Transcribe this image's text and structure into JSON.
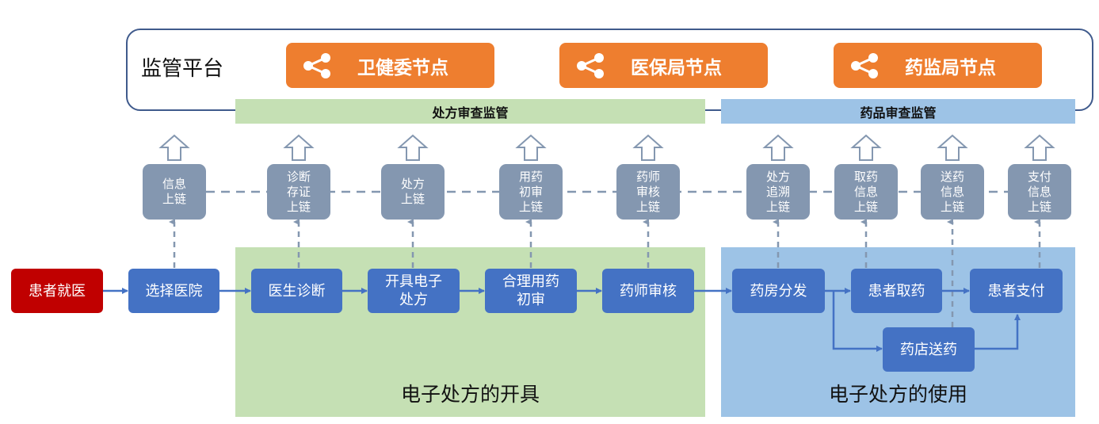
{
  "platform": {
    "title": "监管平台",
    "nodes": [
      {
        "label": "卫健委节点",
        "icon": "share-node-icon"
      },
      {
        "label": "医保局节点",
        "icon": "share-node-icon"
      },
      {
        "label": "药监局节点",
        "icon": "share-node-icon"
      }
    ]
  },
  "bands": {
    "prescription_review": "处方审查监管",
    "drug_review": "药品审查监管"
  },
  "zones": {
    "issuance": "电子处方的开具",
    "usage": "电子处方的使用"
  },
  "chain_boxes": [
    "信息\n上链",
    "诊断\n存证\n上链",
    "处方\n上链",
    "用药\n初审\n上链",
    "药师\n审核\n上链",
    "处方\n追溯\n上链",
    "取药\n信息\n上链",
    "送药\n信息\n上链",
    "支付\n信息\n上链"
  ],
  "steps": [
    "患者就医",
    "选择医院",
    "医生诊断",
    "开具电子\n处方",
    "合理用药\n初审",
    "药师审核",
    "药房分发",
    "患者取药",
    "患者支付",
    "药店送药"
  ],
  "colors": {
    "node": "#ee7e2f",
    "step": "#4472c4",
    "start_step": "#c00000",
    "chain_box": "#8497b0",
    "green_zone": "#c5e0b4",
    "blue_zone": "#9dc3e6",
    "platform_border": "#3f5a8c"
  }
}
